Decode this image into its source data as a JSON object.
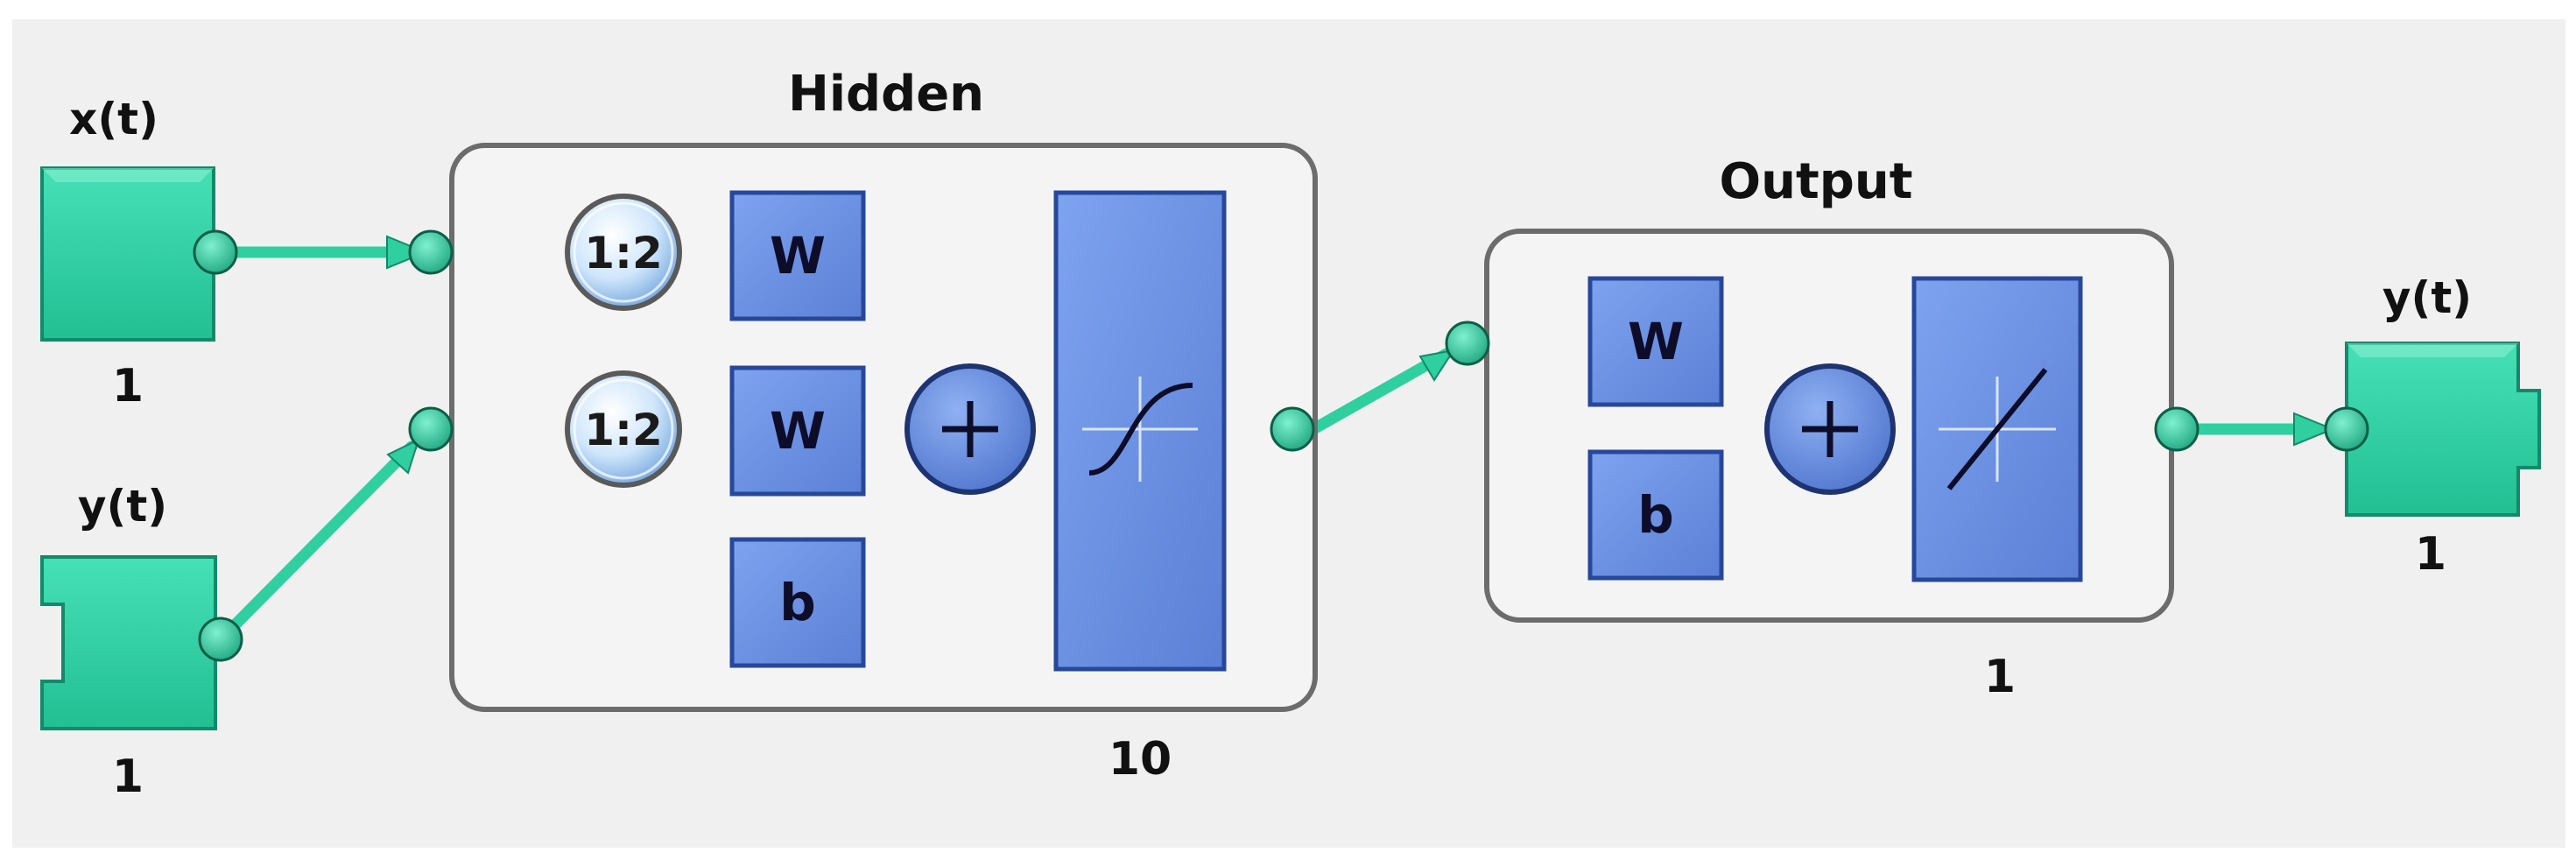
{
  "colors": {
    "background": "#f0f0f0",
    "teal": "#32d4a6",
    "teal_dark": "#138a6a",
    "block_blue": "#6f95e6",
    "block_blue_dark": "#27489a",
    "layer_box": "#f4f4f4",
    "layer_border": "#6c6c6c"
  },
  "inputs": {
    "x": {
      "label": "x(t)",
      "size": "1"
    },
    "y": {
      "label": "y(t)",
      "size": "1"
    }
  },
  "hidden": {
    "title": "Hidden",
    "size": "10",
    "delay_label": "1:2",
    "weight_label": "W",
    "bias_label": "b",
    "sum_icon": "plus-icon",
    "transfer_icon": "sigmoid-transfer-icon"
  },
  "output_layer": {
    "title": "Output",
    "size": "1",
    "weight_label": "W",
    "bias_label": "b",
    "sum_icon": "plus-icon",
    "transfer_icon": "linear-transfer-icon"
  },
  "output": {
    "label": "y(t)",
    "size": "1"
  }
}
